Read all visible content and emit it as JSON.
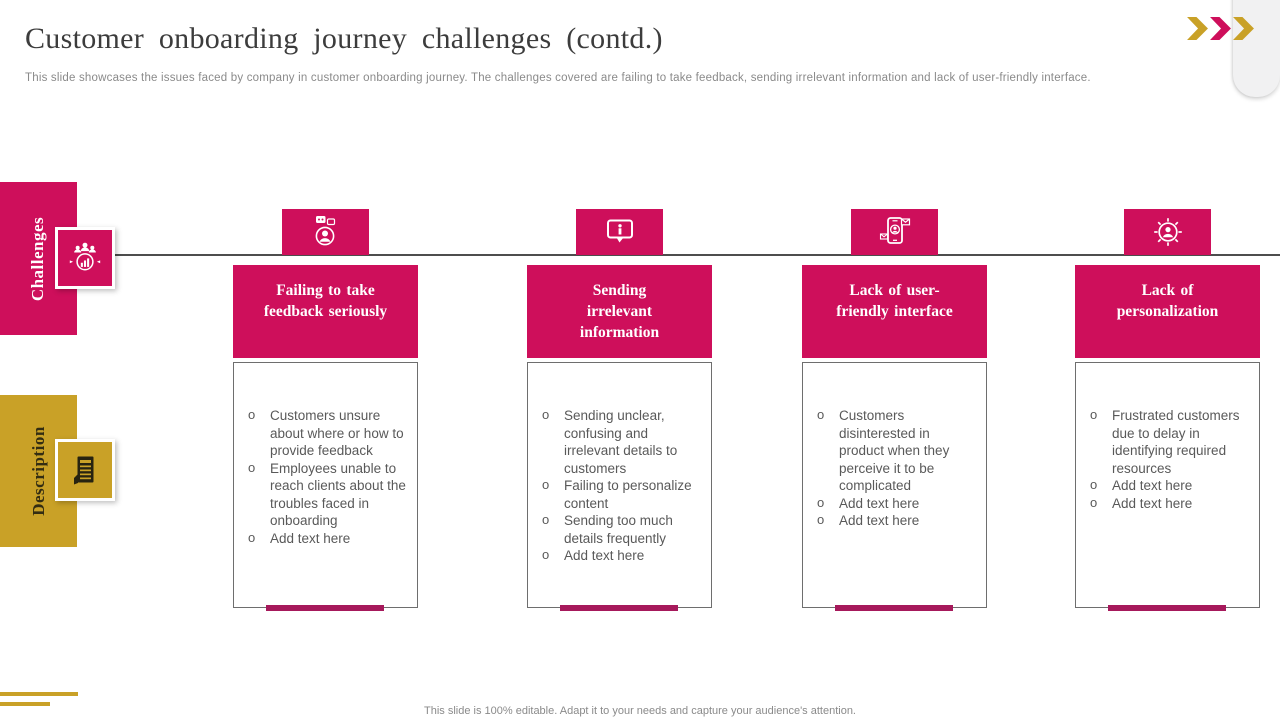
{
  "header": {
    "title": "Customer onboarding journey challenges (contd.)",
    "subtitle": "This slide showcases the issues faced by company in customer onboarding journey. The challenges covered are failing to take feedback, sending irrelevant information and lack of user-friendly interface."
  },
  "sidebar": {
    "challenges": {
      "label": "Challenges",
      "icon": "team-analytics-icon"
    },
    "description": {
      "label": "Description",
      "icon": "newspaper-document-icon"
    }
  },
  "list_marker": "o",
  "columns": [
    {
      "icon": "person-feedback-chat-icon",
      "title": "Failing to take feedback seriously",
      "bullets": [
        "Customers unsure about where or how to provide feedback",
        "Employees unable to reach clients about the troubles faced in onboarding",
        "Add text here"
      ]
    },
    {
      "icon": "info-speech-bubble-icon",
      "title": "Sending irrelevant information",
      "bullets": [
        "Sending unclear, confusing and irrelevant details to customers",
        "Failing to personalize content",
        "Sending too much details frequently",
        "Add text here"
      ]
    },
    {
      "icon": "mobile-user-interface-icon",
      "title": "Lack of user-friendly interface",
      "bullets": [
        "Customers disinterested in product when they perceive it to be complicated",
        "Add text here",
        "Add text here"
      ]
    },
    {
      "icon": "personalization-user-gear-icon",
      "title": "Lack of personalization",
      "bullets": [
        "Frustrated customers due to delay in identifying required resources",
        "Add text here",
        "Add text here"
      ]
    }
  ],
  "footer": {
    "note": "This slide is 100% editable. Adapt it to your needs and capture your audience's attention."
  },
  "colors": {
    "pink": "#ce0f5b",
    "dark_magenta": "#a6195b",
    "gold": "#c9a127",
    "body_text": "#595959",
    "muted_text": "#8a8a8a",
    "line": "#4d4d4d",
    "tab_gray": "#f1f1f2"
  }
}
